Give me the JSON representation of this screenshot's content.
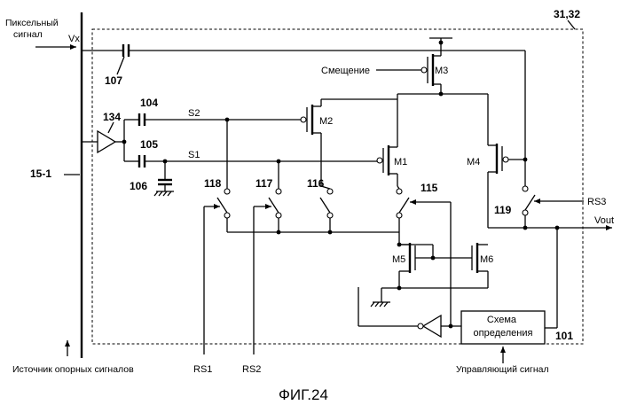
{
  "figure": {
    "caption": "ФИГ.24",
    "block_label": "31,32",
    "line_label": "15-1"
  },
  "labels": {
    "pixel_signal": [
      "Пиксельный",
      "сигнал"
    ],
    "vx": "Vx",
    "bias": "Смещение",
    "ref_source": "Источник опорных сигналов",
    "control_signal": "Управляющий сигнал",
    "vout": "Vout",
    "s1": "S1",
    "s2": "S2",
    "rs1": "RS1",
    "rs2": "RS2",
    "rs3": "RS3",
    "detect_circuit": [
      "Схема",
      "определения"
    ]
  },
  "components": {
    "transistors": [
      "M1",
      "M2",
      "M3",
      "M4",
      "M5",
      "M6"
    ],
    "refs": {
      "c107": "107",
      "c104": "104",
      "c105": "105",
      "c106": "106",
      "amp134": "134",
      "sw118": "118",
      "sw117": "117",
      "sw116": "116",
      "sw115": "115",
      "sw119": "119",
      "det101": "101"
    }
  }
}
